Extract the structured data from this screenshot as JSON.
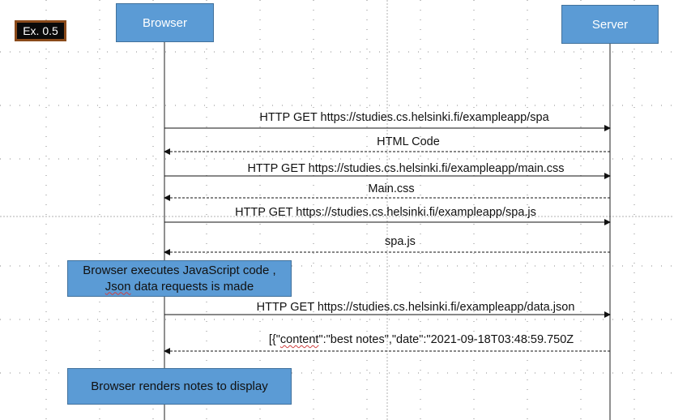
{
  "badge": {
    "label": "Ex. 0.5"
  },
  "actors": {
    "browser": "Browser",
    "server": "Server"
  },
  "messages": [
    {
      "label": "HTTP GET https://studies.cs.helsinki.fi/exampleapp/spa",
      "direction": "to-server",
      "style": "solid"
    },
    {
      "label": "HTML Code",
      "direction": "to-browser",
      "style": "dashed"
    },
    {
      "label": "HTTP GET https://studies.cs.helsinki.fi/exampleapp/main.css",
      "direction": "to-server",
      "style": "solid"
    },
    {
      "label": "Main.css",
      "direction": "to-browser",
      "style": "dashed"
    },
    {
      "label": "HTTP GET https://studies.cs.helsinki.fi/exampleapp/spa.js",
      "direction": "to-server",
      "style": "solid"
    },
    {
      "label": "spa.js",
      "direction": "to-browser",
      "style": "dashed"
    },
    {
      "label": "HTTP GET https://studies.cs.helsinki.fi/exampleapp/data.json",
      "direction": "to-server",
      "style": "solid"
    },
    {
      "label_prefix": "[{\"",
      "label_squiggle": "content",
      "label_suffix": "\":\"best notes\",\"date\":\"2021-09-18T03:48:59.750Z",
      "direction": "to-browser",
      "style": "dashed"
    }
  ],
  "notes": [
    {
      "line1": "Browser executes JavaScript code ,",
      "line2_squiggle": "Json",
      "line2_rest": " data requests is made"
    },
    {
      "line1": "Browser renders notes to display"
    }
  ]
}
